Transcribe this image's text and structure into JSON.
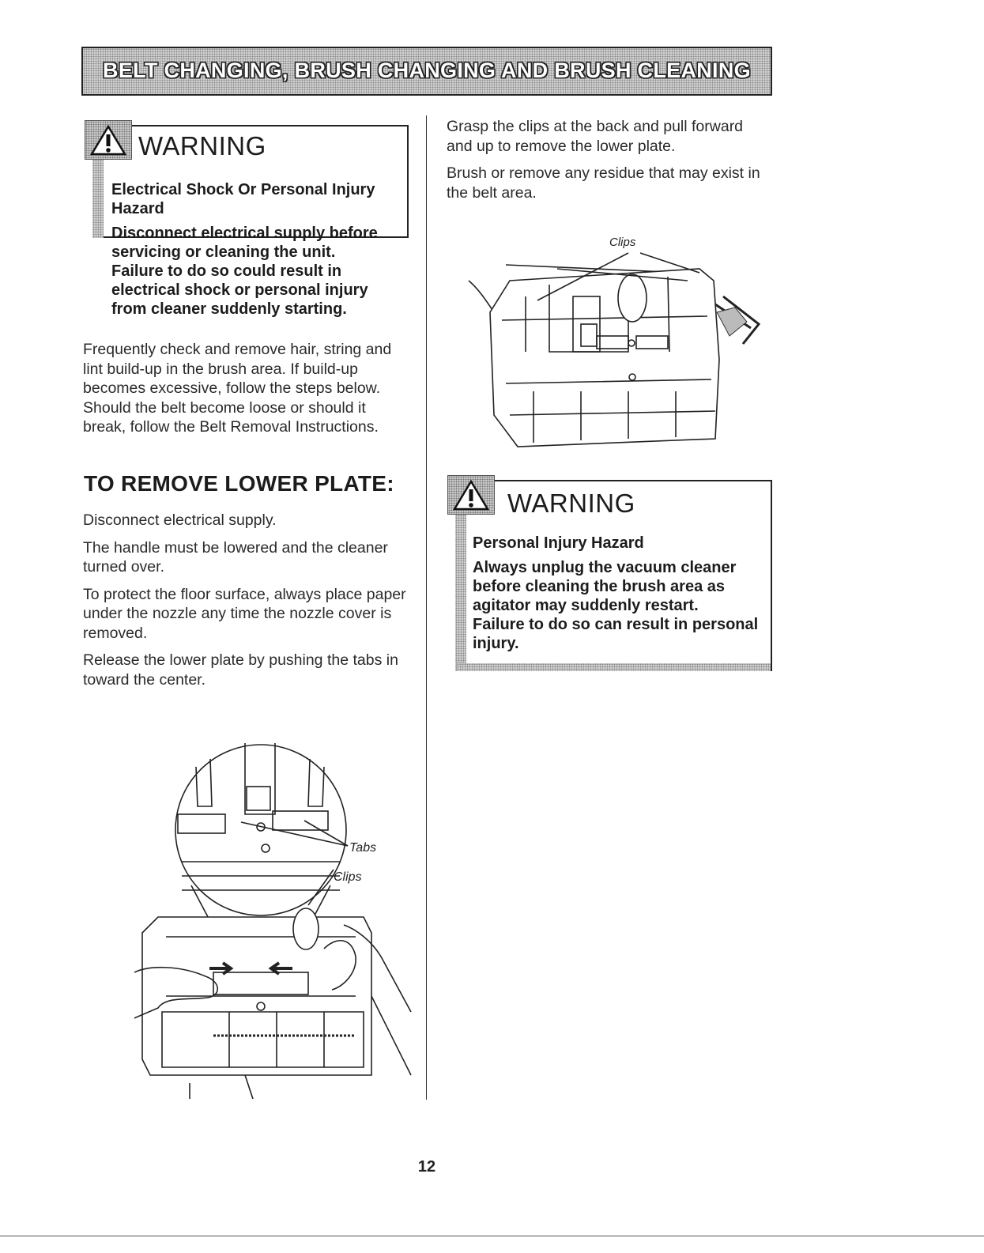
{
  "header": {
    "title": "BELT CHANGING, BRUSH CHANGING AND BRUSH CLEANING"
  },
  "warning_left": {
    "title": "WARNING",
    "hazard": "Electrical Shock Or Personal Injury Hazard",
    "instruction": "Disconnect electrical supply before servicing or cleaning the unit.",
    "consequence": "Failure to do so could result in electrical shock or personal injury from cleaner suddenly starting.",
    "icon": "warning-triangle-icon"
  },
  "intro_paragraph": "Frequently check and remove hair, string and lint build-up in the brush area. If build-up becomes excessive, follow the steps below. Should the belt become loose or should it break, follow the Belt Removal Instructions.",
  "remove_lower_plate": {
    "heading": "TO REMOVE LOWER PLATE:",
    "steps": [
      "Disconnect electrical supply.",
      "The handle must be lowered and the cleaner turned over.",
      "To protect the floor surface, always place paper under the nozzle any time the nozzle cover is removed.",
      "Release the lower plate by pushing the tabs in toward the center."
    ]
  },
  "figure_left": {
    "label_tabs": "Tabs",
    "label_clips": "Clips"
  },
  "right_column": {
    "paragraphs": [
      "Grasp the clips at the back and pull forward and up to remove the lower plate.",
      "Brush or remove any residue that may exist in the belt area."
    ]
  },
  "figure_right": {
    "label_clips": "Clips"
  },
  "warning_right": {
    "title": "WARNING",
    "hazard": "Personal Injury Hazard",
    "instruction": "Always unplug the vacuum cleaner before cleaning the brush area as agitator may suddenly restart.",
    "consequence": "Failure to do so can result in personal injury.",
    "icon": "warning-triangle-icon"
  },
  "footer": {
    "page_number": "12"
  }
}
